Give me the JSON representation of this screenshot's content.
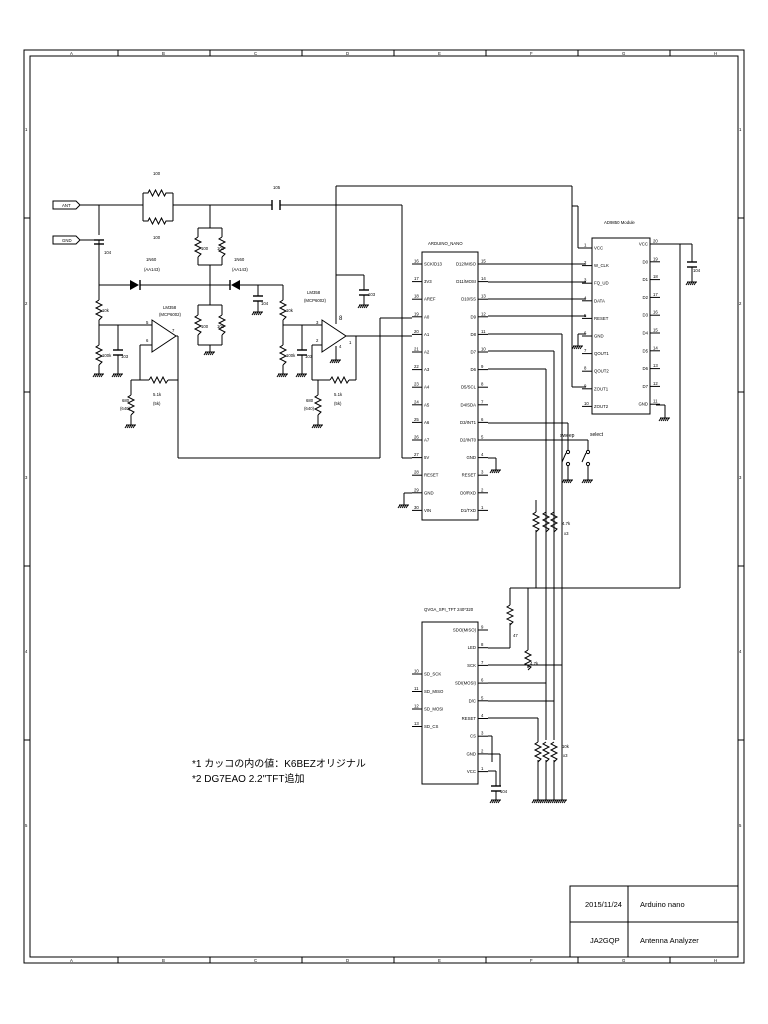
{
  "border": {
    "cols": [
      "A",
      "B",
      "C",
      "D",
      "E",
      "F",
      "G",
      "H"
    ],
    "rows": [
      "1",
      "2",
      "3",
      "4",
      "5"
    ]
  },
  "ports": {
    "ant": "ANT",
    "gnd": "GND"
  },
  "front_end": {
    "r_top": "100",
    "r_bottom": "100",
    "c_coupling": "105",
    "c_ant": "104",
    "r_bridge": [
      "100",
      "100",
      "100",
      "100"
    ],
    "diode1": "1N60",
    "diode1_alt": "(AA143)",
    "diode2": "1N60",
    "diode2_alt": "(AA143)",
    "c_mid": "104",
    "r_div1": "10k",
    "r_div1b": "100k",
    "c_div1": "103",
    "r_div2": "10k",
    "r_div2b": "100k",
    "c_div2": "103",
    "opamp1": "LM358",
    "opamp1_alt": "(MCP6002)",
    "opamp1_pins": [
      "5",
      "6",
      "7"
    ],
    "opamp2": "LM358",
    "opamp2_alt": "(MCP6002)",
    "opamp2_pins": [
      "3",
      "2",
      "1",
      "8",
      "4"
    ],
    "r_g1": "680",
    "r_g1_alt": "(640)",
    "r_f1": "5.1k",
    "r_f1_alt": "(5k)",
    "r_g2": "680",
    "r_g2_alt": "(640)",
    "r_f2": "5.1k",
    "r_f2_alt": "(5k)",
    "c_vcc": "103"
  },
  "arduino": {
    "title": "ARDUINO_NANO",
    "left_pins": [
      {
        "num": "16",
        "name": "SCK/D13"
      },
      {
        "num": "17",
        "name": "3V3"
      },
      {
        "num": "18",
        "name": "AREF"
      },
      {
        "num": "19",
        "name": "A0"
      },
      {
        "num": "20",
        "name": "A1"
      },
      {
        "num": "21",
        "name": "A2"
      },
      {
        "num": "22",
        "name": "A3"
      },
      {
        "num": "23",
        "name": "A4"
      },
      {
        "num": "24",
        "name": "A5"
      },
      {
        "num": "25",
        "name": "A6"
      },
      {
        "num": "26",
        "name": "A7"
      },
      {
        "num": "27",
        "name": "5V"
      },
      {
        "num": "28",
        "name": "RESET"
      },
      {
        "num": "29",
        "name": "GND"
      },
      {
        "num": "30",
        "name": "VIN"
      }
    ],
    "right_pins": [
      {
        "num": "15",
        "name": "D12/MISO"
      },
      {
        "num": "14",
        "name": "D11/MOSI"
      },
      {
        "num": "13",
        "name": "D10/SS"
      },
      {
        "num": "12",
        "name": "D9"
      },
      {
        "num": "11",
        "name": "D8"
      },
      {
        "num": "10",
        "name": "D7"
      },
      {
        "num": "9",
        "name": "D6"
      },
      {
        "num": "8",
        "name": "D5/SCL"
      },
      {
        "num": "7",
        "name": "D4/SDA"
      },
      {
        "num": "6",
        "name": "D3/INT1"
      },
      {
        "num": "5",
        "name": "D2/INT0"
      },
      {
        "num": "4",
        "name": "GND"
      },
      {
        "num": "3",
        "name": "RESET"
      },
      {
        "num": "2",
        "name": "D0/RXD"
      },
      {
        "num": "1",
        "name": "D1/TXD"
      }
    ]
  },
  "ad9850": {
    "title": "AD9850 Module",
    "left_pins": [
      {
        "num": "1",
        "name": "VCC"
      },
      {
        "num": "2",
        "name": "W_CLK"
      },
      {
        "num": "3",
        "name": "FQ_UD"
      },
      {
        "num": "4",
        "name": "DATA"
      },
      {
        "num": "5",
        "name": "RESET"
      },
      {
        "num": "6",
        "name": "GND"
      },
      {
        "num": "7",
        "name": "QOUT1"
      },
      {
        "num": "8",
        "name": "QOUT2"
      },
      {
        "num": "9",
        "name": "ZOUT1"
      },
      {
        "num": "10",
        "name": "ZOUT2"
      }
    ],
    "right_pins": [
      {
        "num": "20",
        "name": "VCC"
      },
      {
        "num": "19",
        "name": "D0"
      },
      {
        "num": "18",
        "name": "D1"
      },
      {
        "num": "17",
        "name": "D2"
      },
      {
        "num": "16",
        "name": "D3"
      },
      {
        "num": "15",
        "name": "D4"
      },
      {
        "num": "14",
        "name": "D5"
      },
      {
        "num": "13",
        "name": "D6"
      },
      {
        "num": "12",
        "name": "D7"
      },
      {
        "num": "11",
        "name": "GND"
      }
    ],
    "c_bypass": "104"
  },
  "switches": {
    "sweep": "sweep",
    "select": "select"
  },
  "pullups": {
    "r1": "4.7k",
    "r1_count": "x3",
    "r2": "47",
    "r3": "4.7k",
    "r4": "10k",
    "r4_count": "x3"
  },
  "tft": {
    "title": "QVGA_SPI_TFT 240*320",
    "left_pins": [
      {
        "num": "10",
        "name": "SD_SCK"
      },
      {
        "num": "11",
        "name": "SD_MISO"
      },
      {
        "num": "12",
        "name": "SD_MOSI"
      },
      {
        "num": "13",
        "name": "SD_CS"
      }
    ],
    "right_pins": [
      {
        "num": "9",
        "name": "SDO(MISO)"
      },
      {
        "num": "8",
        "name": "LED"
      },
      {
        "num": "7",
        "name": "SCK"
      },
      {
        "num": "6",
        "name": "SDI(MOSI)"
      },
      {
        "num": "5",
        "name": "D/C"
      },
      {
        "num": "4",
        "name": "RESET"
      },
      {
        "num": "3",
        "name": "CS"
      },
      {
        "num": "2",
        "name": "GND"
      },
      {
        "num": "1",
        "name": "VCC"
      }
    ],
    "c_bypass": "104"
  },
  "notes": [
    "*1 カッコの内の値：K6BEZオリジナル",
    "*2 DG7EAO  2.2\"TFT追加"
  ],
  "title_block": {
    "date": "2015/11/24",
    "author": "JA2GQP",
    "board": "Arduino nano",
    "title": "Antenna Analyzer"
  }
}
